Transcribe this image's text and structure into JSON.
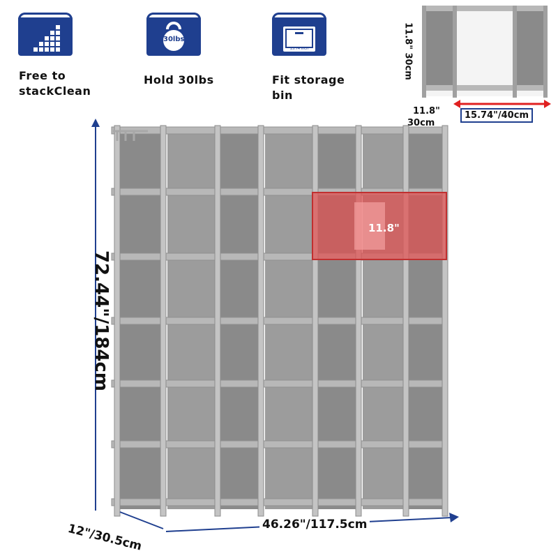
{
  "features": [
    {
      "label": "Free to\nstackClean",
      "icon": "stack-blocks-icon"
    },
    {
      "label": "Hold 30lbs",
      "icon": "kettlebell-icon",
      "icon_text": "30lbs"
    },
    {
      "label": "Fit storage\nbin",
      "icon": "storage-bin-icon",
      "icon_text": "15.74 inch"
    }
  ],
  "cube_detail": {
    "height_label": "11.8\" 30cm",
    "depth_label_top": "11.8\"",
    "depth_label_bottom": "30cm",
    "width_label": "15.74\"/40cm"
  },
  "main": {
    "height_label": "72.44\"/184cm",
    "width_label": "46.26\"/117.5cm",
    "depth_label": "12\"/30.5cm",
    "highlight_label": "11.8\""
  },
  "colors": {
    "badge_blue": "#1f3f8f",
    "arrow_blue": "#1f3f8f",
    "width_arrow_red": "#e02020",
    "highlight_red": "#e05050",
    "panel_gray": "#8a8a8a",
    "frame_gray": "#b8b8b8"
  }
}
